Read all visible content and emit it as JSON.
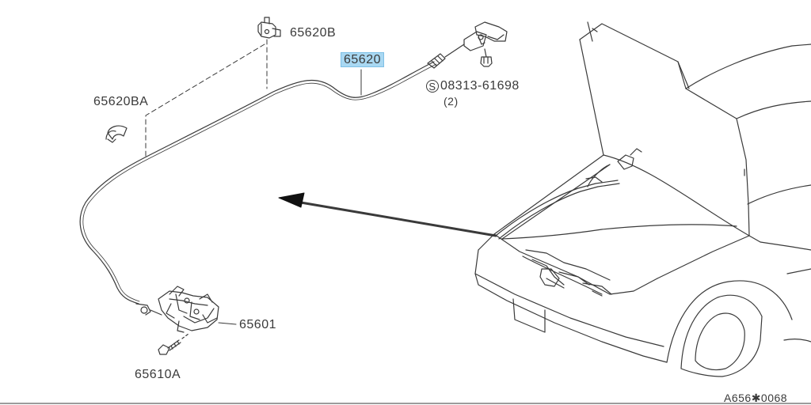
{
  "diagram": {
    "parts": {
      "cable": "65620",
      "clip_upper": "65620B",
      "clip_lower": "65620BA",
      "screw_prefix": "S",
      "screw": "08313-61698",
      "screw_qty": "(2)",
      "lock": "65601",
      "bolt": "65610A"
    },
    "drawing_code": "A656✱0068",
    "colors": {
      "line": "#3a3a3a",
      "highlight": "#a9d8f2"
    }
  }
}
